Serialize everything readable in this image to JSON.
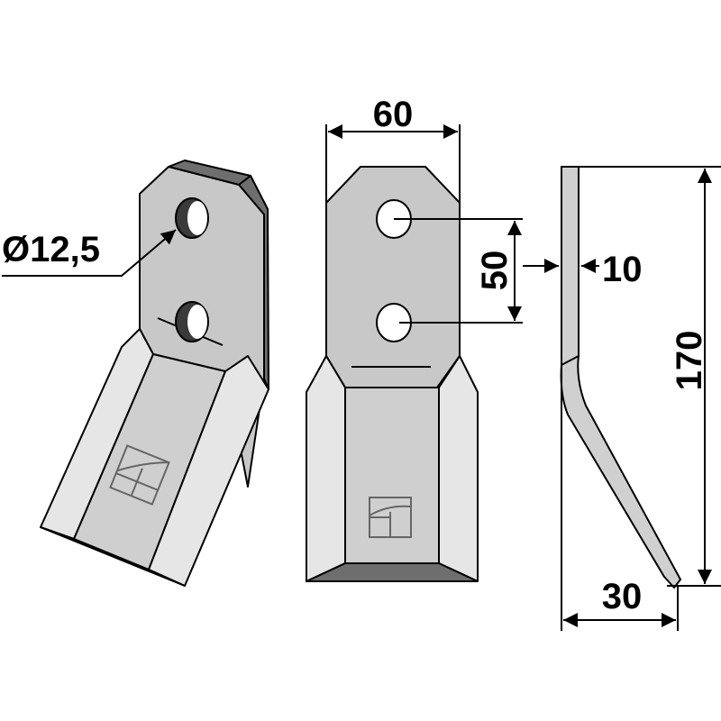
{
  "dimensions": {
    "width": "60",
    "hole_diameter": "Ø12,5",
    "hole_spacing": "50",
    "thickness": "10",
    "length": "170",
    "offset": "30"
  },
  "colors": {
    "plate": "#c8c8c8",
    "bevel": "#e6e6e6",
    "edge": "#6e6e6e",
    "hole": "#3a3a3a"
  }
}
